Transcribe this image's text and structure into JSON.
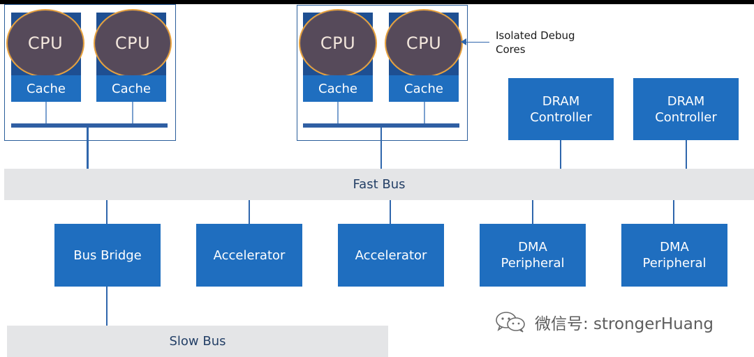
{
  "clusters": [
    {
      "cores": [
        {
          "cpu_label": "CPU",
          "cache_label": "Cache"
        },
        {
          "cpu_label": "CPU",
          "cache_label": "Cache"
        }
      ]
    },
    {
      "cores": [
        {
          "cpu_label": "CPU",
          "cache_label": "Cache"
        },
        {
          "cpu_label": "CPU",
          "cache_label": "Cache"
        }
      ]
    }
  ],
  "annotation": {
    "line1": "Isolated Debug",
    "line2": "Cores"
  },
  "dram": [
    {
      "line1": "DRAM",
      "line2": "Controller"
    },
    {
      "line1": "DRAM",
      "line2": "Controller"
    }
  ],
  "fast_bus": "Fast Bus",
  "peripherals": [
    {
      "line1": "Bus Bridge",
      "line2": ""
    },
    {
      "line1": "Accelerator",
      "line2": ""
    },
    {
      "line1": "Accelerator",
      "line2": ""
    },
    {
      "line1": "DMA",
      "line2": "Peripheral"
    },
    {
      "line1": "DMA",
      "line2": "Peripheral"
    }
  ],
  "slow_bus": "Slow Bus",
  "watermark": {
    "text": "微信号: strongerHuang",
    "icon": "wechat-icon"
  },
  "colors": {
    "box_blue": "#1f6ebf",
    "core_dark_blue": "#1e4f92",
    "cpu_fill": "#564a5a",
    "cpu_ring": "#e8a23d",
    "bus_gray": "#e4e5e7"
  }
}
